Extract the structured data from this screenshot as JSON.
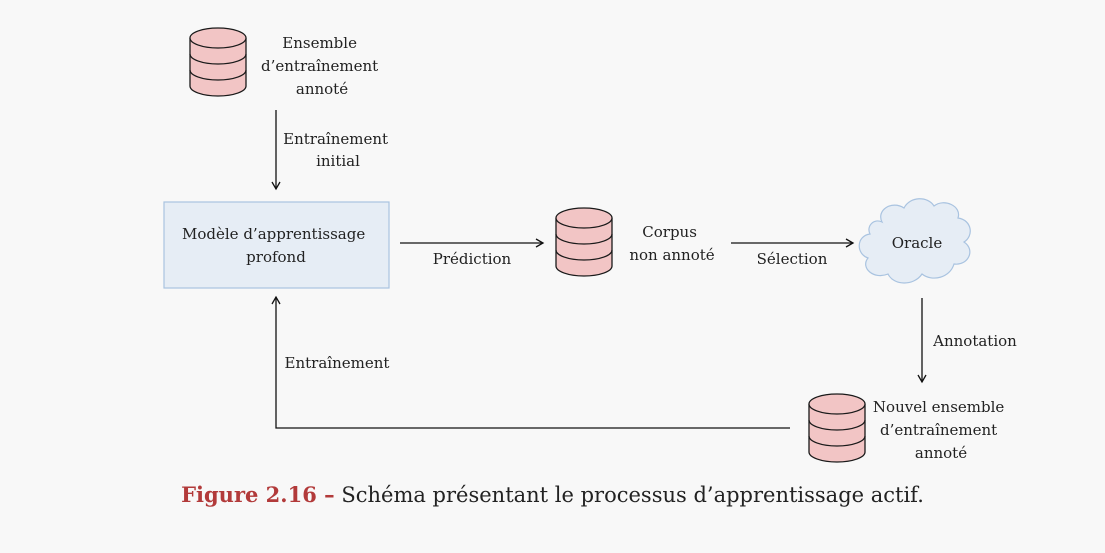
{
  "diagram": {
    "nodes": {
      "training_set": {
        "label_lines": [
          "Ensemble",
          "d’entraînement",
          "annoté"
        ]
      },
      "model": {
        "label_lines": [
          "Modèle d’apprentissage",
          "profond"
        ]
      },
      "corpus": {
        "label_lines": [
          "Corpus",
          "non annoté"
        ]
      },
      "oracle": {
        "label": "Oracle"
      },
      "new_set": {
        "label_lines": [
          "Nouvel ensemble",
          "d’entraînement",
          "annoté"
        ]
      }
    },
    "edges": {
      "initial_training": {
        "label_lines": [
          "Entraînement",
          "initial"
        ]
      },
      "prediction": {
        "label": "Prédiction"
      },
      "selection": {
        "label": "Sélection"
      },
      "annotation": {
        "label": "Annotation"
      },
      "training": {
        "label": "Entraînement"
      }
    },
    "colors": {
      "database_fill": "#f2c5c5",
      "database_stroke": "#1a1a1a",
      "model_fill": "#e6edf5",
      "model_stroke": "#a9c3e0",
      "oracle_fill": "#e6edf5",
      "oracle_stroke": "#a9c3e0",
      "arrow": "#111111"
    }
  },
  "caption": {
    "label": "Figure 2.16 –",
    "text": "Schéma présentant le processus d’apprentissage actif."
  }
}
